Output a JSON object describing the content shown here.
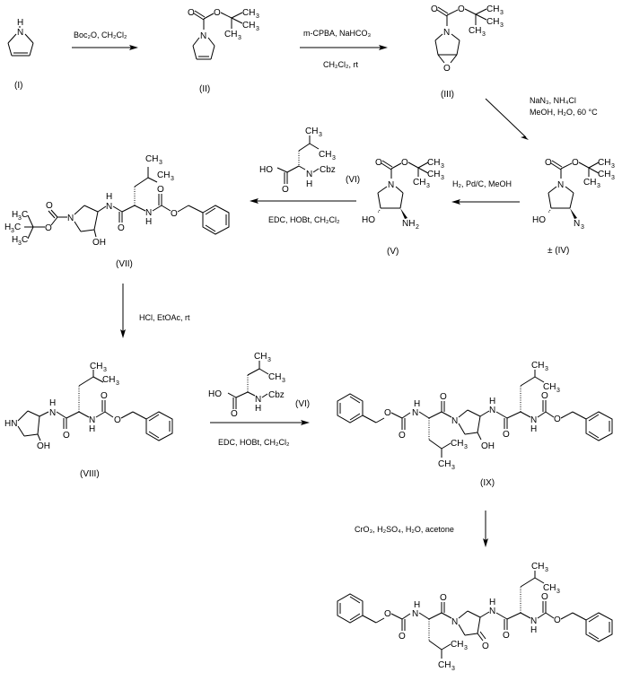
{
  "compounds": {
    "I": {
      "label": "(I)"
    },
    "II": {
      "label": "(II)"
    },
    "III": {
      "label": "(III)"
    },
    "IV": {
      "label": "± (IV)"
    },
    "V": {
      "label": "(V)"
    },
    "VI": {
      "label": "(VI)"
    },
    "VII": {
      "label": "(VII)"
    },
    "VIII": {
      "label": "(VIII)"
    },
    "IX": {
      "label": "(IX)"
    }
  },
  "atoms": {
    "N": "N",
    "H": "H",
    "O": "O",
    "HO": "HO",
    "OH": "OH",
    "HN": "HN",
    "CH3": "CH",
    "three": "3",
    "H3C": "H",
    "C": "C",
    "NH2": "NH",
    "two": "2",
    "N3": "N",
    "Cbz": "Cbz"
  },
  "steps": [
    {
      "id": "step1",
      "reagents_top": "Boc₂O, CH₂Cl₂",
      "reagents_bottom": ""
    },
    {
      "id": "step2",
      "reagents_top": "m-CPBA, NaHCO₃",
      "reagents_top_italic": "m",
      "reagents_top_rest": "-CPBA, NaHCO₃",
      "reagents_bottom": "CH₂Cl₂, rt"
    },
    {
      "id": "step3",
      "reagents_top": "NaN₃, NH₄Cl",
      "reagents_bottom": "MeOH, H₂O, 60 °C"
    },
    {
      "id": "step4",
      "reagents_top": "H₂, Pd/C, MeOH",
      "reagents_bottom": ""
    },
    {
      "id": "step5",
      "reagents_top": "(VI)",
      "reagents_bottom": "EDC, HOBt, CH₂Cl₂"
    },
    {
      "id": "step6",
      "reagents_top": "HCl, EtOAc, rt",
      "reagents_bottom": ""
    },
    {
      "id": "step7",
      "reagents_top": "(VI)",
      "reagents_bottom": "EDC, HOBt, CH₂Cl₂"
    },
    {
      "id": "step8",
      "reagents_top": "CrO₃, H₂SO₄, H₂O, acetone",
      "reagents_bottom": ""
    }
  ]
}
